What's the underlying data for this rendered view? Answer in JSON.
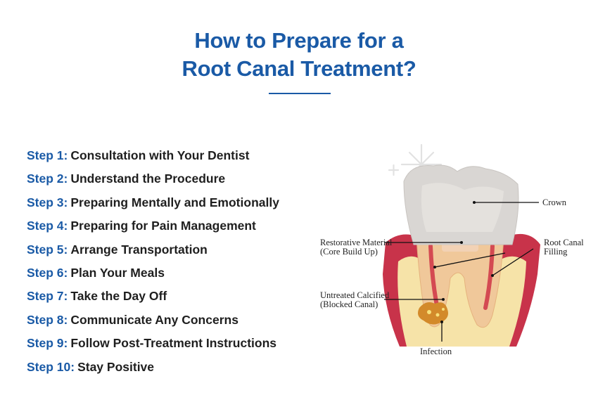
{
  "title": {
    "line1": "How to Prepare for a",
    "line2": "Root Canal Treatment?"
  },
  "steps": [
    {
      "num": "Step 1:",
      "text": "Consultation with Your Dentist"
    },
    {
      "num": "Step 2:",
      "text": "Understand the Procedure"
    },
    {
      "num": "Step 3:",
      "text": "Preparing Mentally and Emotionally"
    },
    {
      "num": "Step 4:",
      "text": "Preparing for Pain Management"
    },
    {
      "num": "Step 5:",
      "text": "Arrange Transportation"
    },
    {
      "num": "Step 6:",
      "text": "Plan Your Meals"
    },
    {
      "num": "Step 7:",
      "text": "Take the Day Off"
    },
    {
      "num": "Step 8:",
      "text": "Communicate Any Concerns"
    },
    {
      "num": "Step 9:",
      "text": "Follow Post-Treatment Instructions"
    },
    {
      "num": "Step 10:",
      "text": "Stay Positive"
    }
  ],
  "diagram": {
    "labels": {
      "crown": "Crown",
      "restorative_1": "Restorative Material",
      "restorative_2": "(Core Build Up)",
      "root_canal_1": "Root Canal",
      "root_canal_2": "Filling",
      "untreated_1": "Untreated Calcified",
      "untreated_2": "(Blocked Canal)",
      "infection": "Infection"
    }
  },
  "colors": {
    "accent": "#1a5aa6",
    "text": "#1f1f1f",
    "gum": "#c8334a",
    "bone": "#f6e3a8",
    "crown": "#d9d6d3",
    "root": "#f0c89a"
  }
}
